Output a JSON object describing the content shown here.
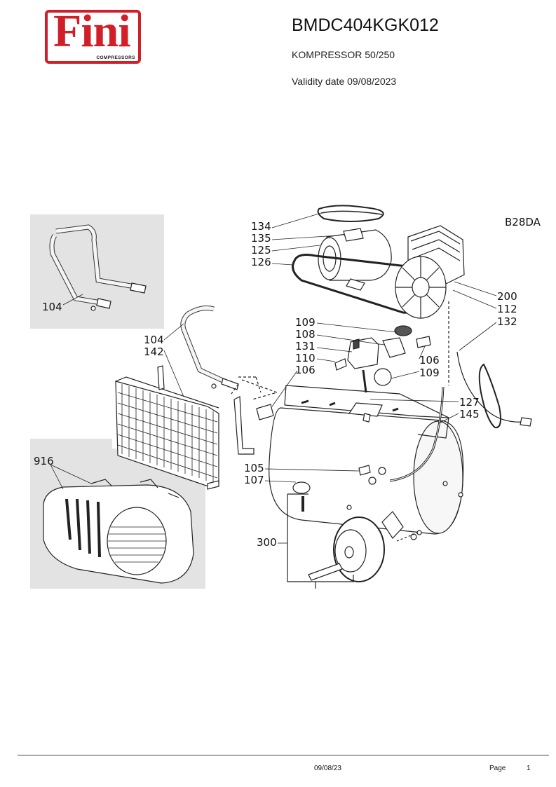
{
  "logo": {
    "brand": "Fini",
    "tagline": "COMPRESSORS",
    "brand_color": "#d11f2a"
  },
  "header": {
    "code": "BMDC404KGK012",
    "product": "KOMPRESSOR 50/250",
    "validity": "Validity date 09/08/2023"
  },
  "diagram": {
    "pump_model": "B28DA",
    "callouts": {
      "c134": "134",
      "c135": "135",
      "c125": "125",
      "c126": "126",
      "c200": "200",
      "c112": "112",
      "c132": "132",
      "c109a": "109",
      "c108": "108",
      "c131": "131",
      "c110": "110",
      "c106a": "106",
      "c106b": "106",
      "c109b": "109",
      "c104a": "104",
      "c104b": "104",
      "c142": "142",
      "c127": "127",
      "c145": "145",
      "c916": "916",
      "c105": "105",
      "c107": "107",
      "c300": "300"
    }
  },
  "footer": {
    "date": "09/08/23",
    "page_label": "Page",
    "page_number": "1"
  }
}
